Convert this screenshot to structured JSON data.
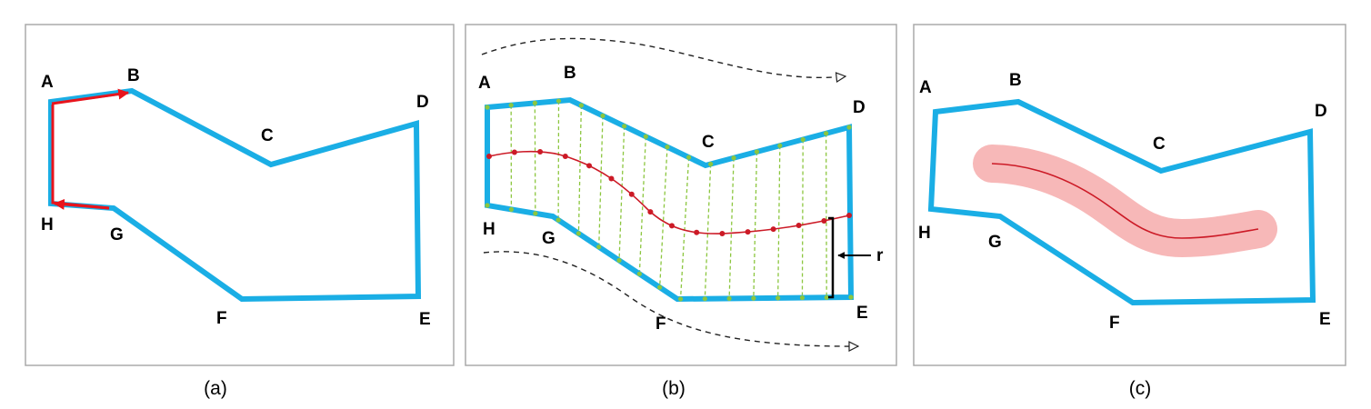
{
  "colors": {
    "polygon": "#1aaee5",
    "arrow": "#e8141c",
    "rib": "#8cc63f",
    "centerline": "#cc1a26",
    "tube": "#f7b8b8",
    "flow": "#222222"
  },
  "panels": [
    {
      "caption": "(a)",
      "vertices": [
        {
          "label": "A"
        },
        {
          "label": "B"
        },
        {
          "label": "C"
        },
        {
          "label": "D"
        },
        {
          "label": "E"
        },
        {
          "label": "F"
        },
        {
          "label": "G"
        },
        {
          "label": "H"
        }
      ]
    },
    {
      "caption": "(b)",
      "vertices": [
        {
          "label": "A"
        },
        {
          "label": "B"
        },
        {
          "label": "C"
        },
        {
          "label": "D"
        },
        {
          "label": "E"
        },
        {
          "label": "F"
        },
        {
          "label": "G"
        },
        {
          "label": "H"
        }
      ],
      "radius_label": "r"
    },
    {
      "caption": "(c)",
      "vertices": [
        {
          "label": "A"
        },
        {
          "label": "B"
        },
        {
          "label": "C"
        },
        {
          "label": "D"
        },
        {
          "label": "E"
        },
        {
          "label": "F"
        },
        {
          "label": "G"
        },
        {
          "label": "H"
        }
      ]
    }
  ]
}
